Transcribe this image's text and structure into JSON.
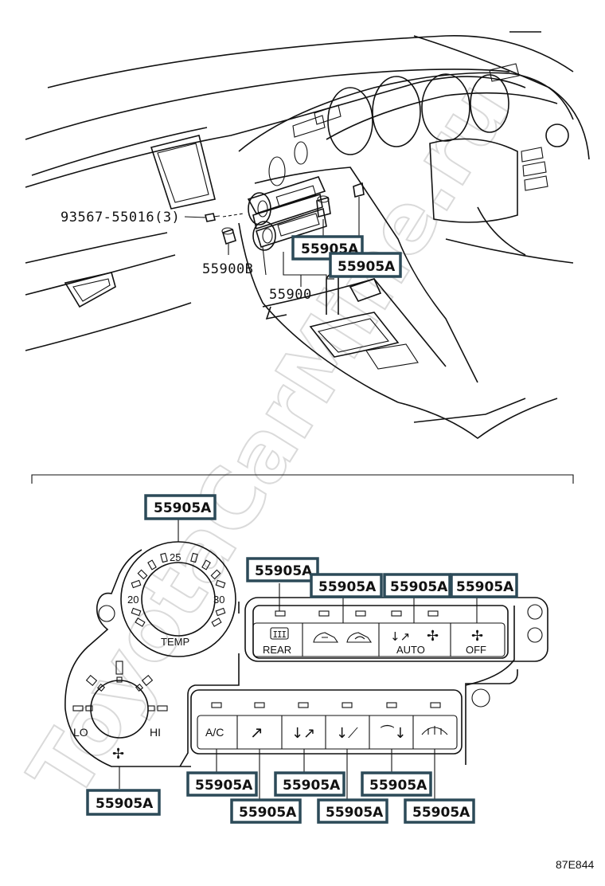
{
  "labels": {
    "bolt": "93567-55016(3)",
    "knob": "55900B",
    "assembly": "55900",
    "diagram_code": "87E844"
  },
  "callouts": {
    "upper_a": "55905A",
    "upper_b": "55905A",
    "temp_knob": "55905A",
    "rear": "55905A",
    "recirc": "55905A",
    "auto": "55905A",
    "off": "55905A",
    "fan_knob": "55905A",
    "ac": "55905A",
    "face": "55905A",
    "bilevel": "55905A",
    "foot": "55905A",
    "foot_def": "55905A",
    "defrost": "55905A"
  },
  "panel": {
    "temp_label": "TEMP",
    "temp_20": "20",
    "temp_25": "25",
    "temp_30": "30",
    "fan_lo": "LO",
    "fan_hi": "HI",
    "rear_label": "REAR",
    "auto_label": "AUTO",
    "off_label": "OFF",
    "ac_label": "A/C"
  },
  "icons": {
    "rear": "rear-defogger-icon",
    "fresh": "fresh-air-icon",
    "recirc": "recirculate-icon",
    "auto": "auto-mode-icon",
    "fan_auto": "fan-icon",
    "fan_off": "fan-icon",
    "fan_knob": "fan-icon",
    "face": "face-vent-icon",
    "bilevel": "bi-level-icon",
    "foot": "foot-vent-icon",
    "foot_def": "foot-defrost-icon",
    "defrost": "defroster-icon"
  },
  "watermark": "ToyotaCarMine.ru",
  "colors": {
    "callout_border": "#2c4a58",
    "line": "#111111"
  }
}
